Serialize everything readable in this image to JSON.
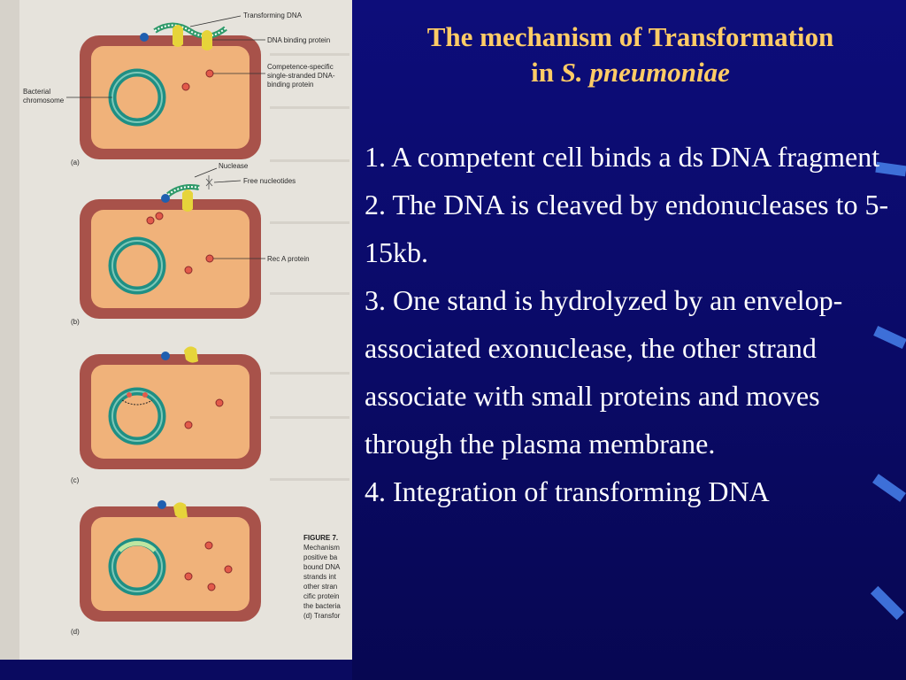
{
  "slide": {
    "title_line1": "The mechanism of Transformation",
    "title_line2_prefix": "in ",
    "title_line2_italic": "S. pneumoniae",
    "steps": [
      "1. A competent cell binds a ds DNA fragment",
      "2. The DNA is cleaved by endonucleases to 5-15kb.",
      "3. One stand is hydrolyzed by an envelop-associated exonuclease, the other strand associate with small proteins and moves through the plasma membrane.",
      "4. Integration of transforming DNA"
    ]
  },
  "figure": {
    "labels": {
      "transforming_dna": "Transforming DNA",
      "dna_binding_protein": "DNA binding protein",
      "competence_line1": "Competence-specific",
      "competence_line2": "single-stranded DNA-",
      "competence_line3": "binding protein",
      "bacterial_chromosome_line1": "Bacterial",
      "bacterial_chromosome_line2": "chromosome",
      "nuclease": "Nuclease",
      "free_nucleotides": "Free nucleotides",
      "rec_a_protein": "Rec A protein"
    },
    "panel_letters": [
      "(a)",
      "(b)",
      "(c)",
      "(d)"
    ],
    "caption_lines": [
      "FIGURE 7.",
      "Mechanism",
      "positive ba",
      "bound DNA",
      "strands int",
      "other stran",
      "cific protein",
      "the bacteria",
      "(d) Transfor"
    ]
  },
  "colors": {
    "title": "#ffcc66",
    "body_text": "#ffffff",
    "background": "#0b0b6e",
    "cell_wall": "#a8524a",
    "cytoplasm": "#f0b27a",
    "chromosome": "#1f8f84"
  }
}
